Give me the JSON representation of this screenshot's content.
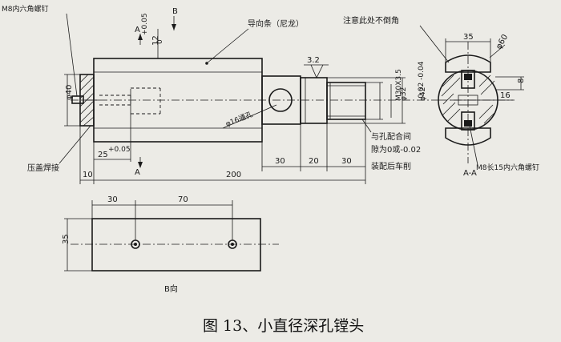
{
  "labels": {
    "m8_hex_screw": "M8内六角螺钉",
    "view_b_arrow": "B",
    "guide_strip": "导向条（尼龙）",
    "note_no_chamfer": "注意此处不倒角",
    "dim_35": "35",
    "dim_phi60": "φ60",
    "dim_3_2": "3.2",
    "dim_120": "12",
    "dim_tol_120_upper": "+0.05",
    "dim_tol_120_lower": "0",
    "dim_phi40": "φ40",
    "dim_phi16_through": "φ16通孔",
    "dim_m30": "M30X3.5",
    "dim_phi32": "φ32",
    "dim_tol_phi32": "-0.02 -0.04",
    "dim_phi42": "φ42",
    "dim_8": "8",
    "dim_16": "16",
    "section_arrow_top": "A",
    "section_arrow_bottom": "A",
    "weld_cover": "压盖焊接",
    "dim_25": "25",
    "dim_tol_25": "+0.05",
    "dim_10": "10",
    "dim_200": "200",
    "dim_30a": "30",
    "dim_20": "20",
    "dim_30b": "30",
    "fit_note_1": "与孔配合间",
    "fit_note_2": "隙为0或-0.02",
    "fit_note_3": "装配后车削",
    "section_label": "A-A",
    "m8_long_screw": "M8长15内六角螺钉",
    "bv_dim_30": "30",
    "bv_dim_70": "70",
    "bv_dim_35": "35",
    "view_b_label": "B向",
    "caption": "图 13、小直径深孔镗头"
  }
}
